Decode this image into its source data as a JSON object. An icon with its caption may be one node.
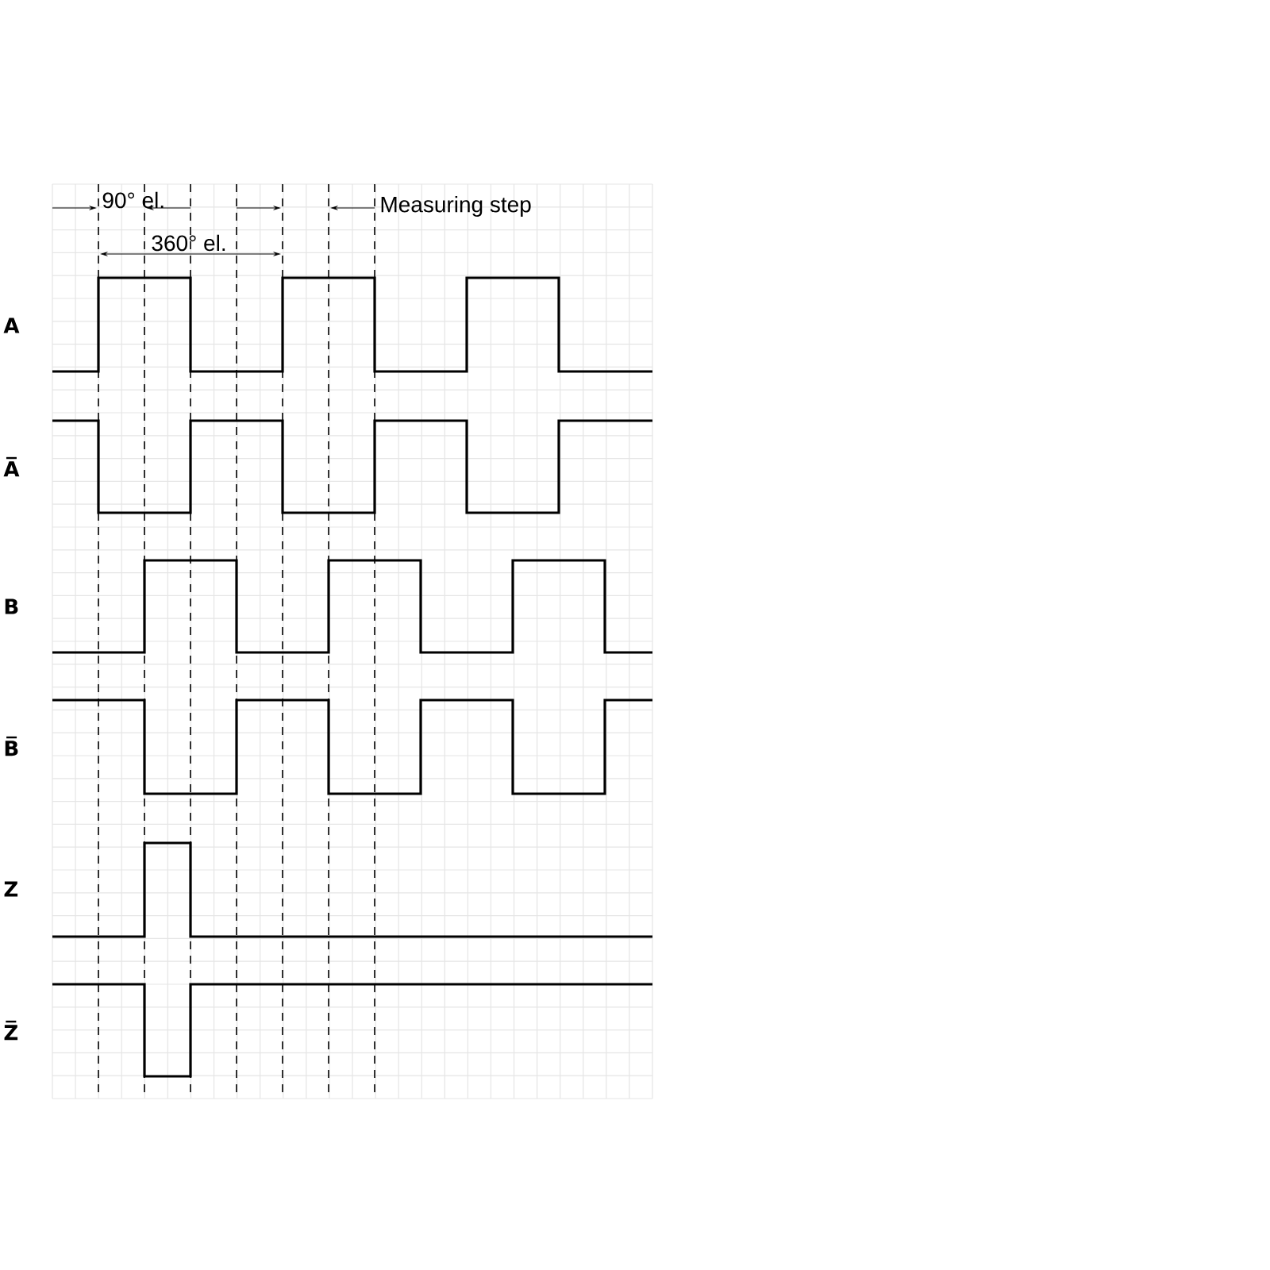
{
  "diagram": {
    "labels": [
      "90° el.",
      "Measuring step",
      "360° el.",
      "A",
      "A̅",
      "B",
      "B̅",
      "Z",
      "Z̅"
    ]
  }
}
